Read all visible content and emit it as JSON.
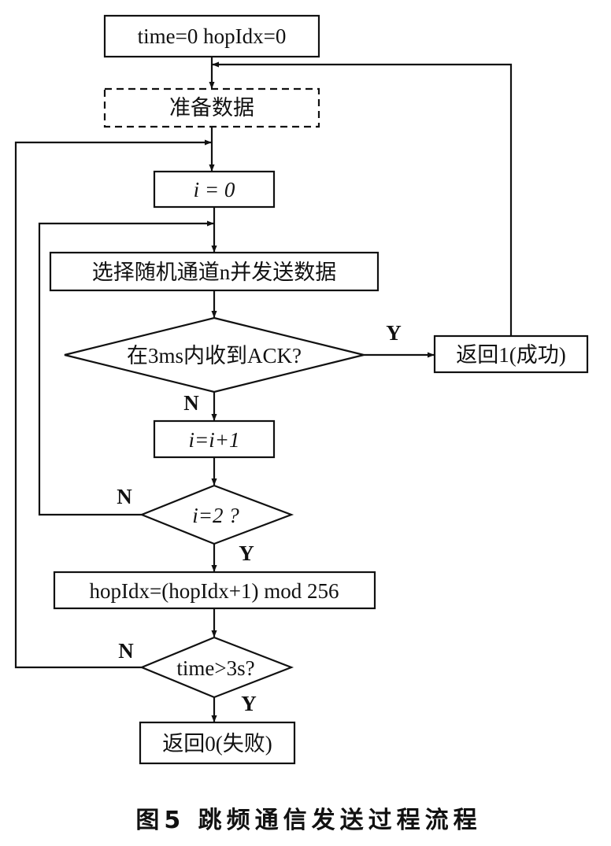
{
  "nodes": {
    "init": "time=0  hopIdx=0",
    "prepare": "准备数据",
    "i_zero": "i = 0",
    "select_send": "选择随机通道n并发送数据",
    "ack_check": "在3ms内收到ACK?",
    "return_success": "返回1(成功)",
    "i_inc": "i=i+1",
    "i_check": "i=2 ?",
    "hop_update": "hopIdx=(hopIdx+1) mod 256",
    "time_check": "time>3s?",
    "return_fail": "返回0(失败)"
  },
  "labels": {
    "ack_yes": "Y",
    "ack_no": "N",
    "i_no": "N",
    "i_yes": "Y",
    "time_no": "N",
    "time_yes": "Y"
  },
  "caption": "图5  跳频通信发送过程流程"
}
